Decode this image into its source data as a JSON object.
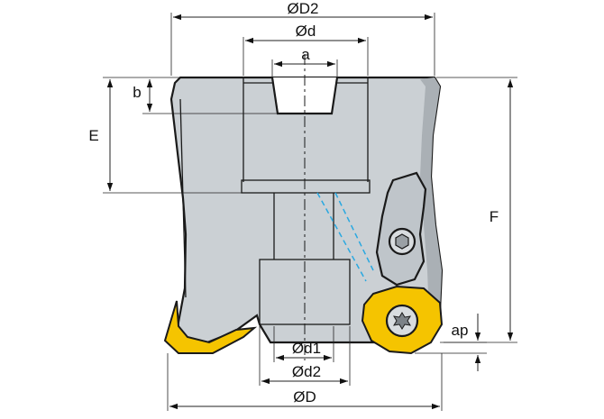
{
  "labels": {
    "D2": "ØD2",
    "d": "Ød",
    "a": "a",
    "b": "b",
    "E": "E",
    "F": "F",
    "ap": "ap",
    "d1": "Ød1",
    "d2": "Ød2",
    "D": "ØD"
  },
  "colors": {
    "body": "#cbd0d4",
    "body_dark": "#aab0b5",
    "insert": "#f5c400",
    "insert_edge": "#8a6d00",
    "coolant": "#29a8e0",
    "line": "#1a1a1a"
  }
}
